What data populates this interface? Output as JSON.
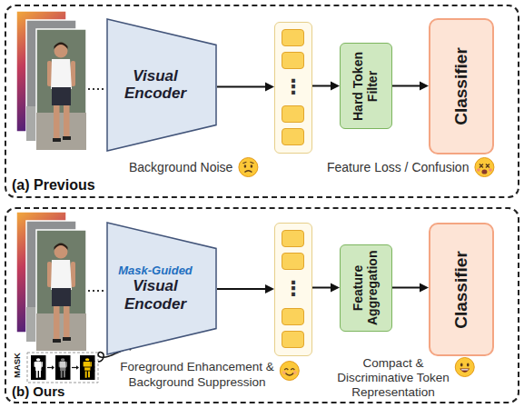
{
  "diagram": {
    "nodes": [
      {
        "text": [
          "(a) Previous"
        ]
      },
      {
        "text": [
          "Visual Encoder"
        ],
        "in": 0
      },
      {
        "text": [
          "⋮"
        ],
        "in": 0
      },
      {
        "text": [
          "Hard Token Filter"
        ],
        "in": 0
      },
      {
        "text": [
          "Classifier"
        ],
        "in": 0
      },
      {
        "text": [
          "(b) Ours"
        ]
      },
      {
        "text": [
          "Mask-Guided",
          "Visual Encoder"
        ],
        "in": 5
      },
      {
        "text": [
          "⋮"
        ],
        "in": 5
      },
      {
        "text": [
          "Feature Aggregation"
        ],
        "in": 5
      },
      {
        "text": [
          "Classifier"
        ],
        "in": 5
      }
    ],
    "edges": [
      {
        "from": 1,
        "to": 2,
        "arrow": "to"
      },
      {
        "from": 2,
        "to": 3,
        "arrow": "to"
      },
      {
        "from": 3,
        "to": 4,
        "arrow": "to"
      },
      {
        "from": 6,
        "to": 7,
        "arrow": "to"
      },
      {
        "from": 7,
        "to": 8,
        "arrow": "to"
      },
      {
        "from": 8,
        "to": 9,
        "arrow": "to"
      }
    ],
    "labels": [
      "Background Noise",
      "Feature Loss / Confusion",
      "MASK",
      "Foreground Enhancement & Background Suppression",
      "Compact & Discriminative Token Representation"
    ]
  }
}
